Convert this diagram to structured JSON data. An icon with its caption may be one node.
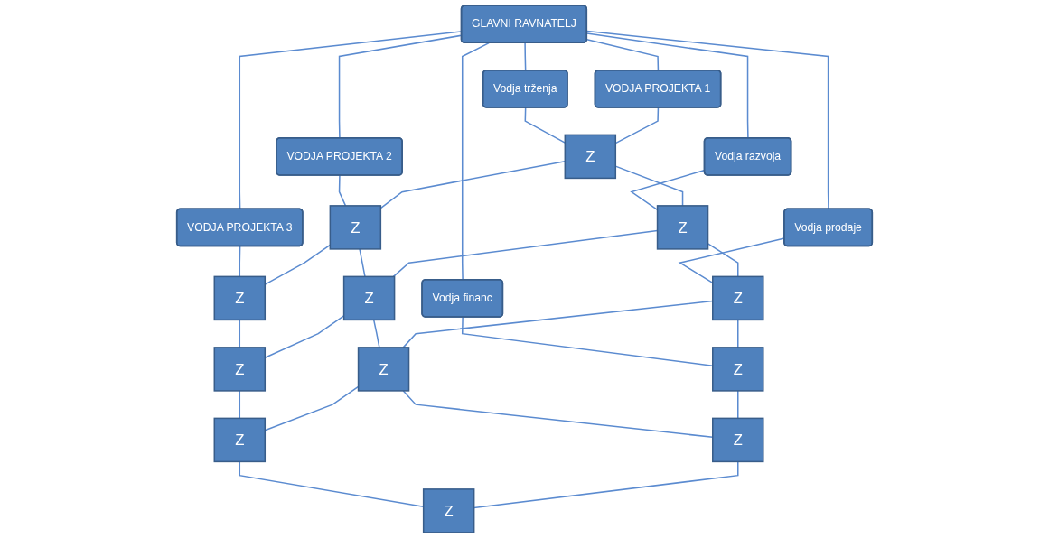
{
  "diagram": {
    "nodes": [
      {
        "text": [
          "GLAVNI RAVNATELJ"
        ]
      },
      {
        "text": [
          "Vodja trženja"
        ]
      },
      {
        "text": [
          "Vodja razvoja"
        ]
      },
      {
        "text": [
          "Vodja prodaje"
        ]
      },
      {
        "text": [
          "Vodja financ"
        ]
      },
      {
        "text": [
          "VODJA PROJEKTA 1"
        ]
      },
      {
        "text": [
          "VODJA PROJEKTA 2"
        ]
      },
      {
        "text": [
          "VODJA PROJEKTA 3"
        ]
      },
      {
        "text": [
          "Z"
        ]
      },
      {
        "text": [
          "Z"
        ]
      },
      {
        "text": [
          "Z"
        ]
      },
      {
        "text": [
          "Z"
        ]
      },
      {
        "text": [
          "Z"
        ]
      },
      {
        "text": [
          "Z"
        ]
      },
      {
        "text": [
          "Z"
        ]
      },
      {
        "text": [
          "Z"
        ]
      },
      {
        "text": [
          "Z"
        ]
      },
      {
        "text": [
          "Z"
        ]
      },
      {
        "text": [
          "Z"
        ]
      },
      {
        "text": [
          "Z"
        ]
      }
    ],
    "edges": [
      {
        "from": 0,
        "to": 1,
        "arrow": "none"
      },
      {
        "from": 0,
        "to": 2,
        "arrow": "none"
      },
      {
        "from": 0,
        "to": 3,
        "arrow": "none"
      },
      {
        "from": 0,
        "to": 4,
        "arrow": "none"
      },
      {
        "from": 0,
        "to": 5,
        "arrow": "none"
      },
      {
        "from": 0,
        "to": 6,
        "arrow": "none"
      },
      {
        "from": 0,
        "to": 7,
        "arrow": "none"
      },
      {
        "from": 1,
        "to": 8,
        "arrow": "none"
      },
      {
        "from": 2,
        "to": 9,
        "arrow": "none"
      },
      {
        "from": 3,
        "to": 10,
        "arrow": "none"
      },
      {
        "from": 4,
        "to": 11,
        "arrow": "none"
      },
      {
        "from": 5,
        "to": 8,
        "arrow": "none"
      },
      {
        "from": 8,
        "to": 9,
        "arrow": "none"
      },
      {
        "from": 9,
        "to": 10,
        "arrow": "none"
      },
      {
        "from": 10,
        "to": 11,
        "arrow": "none"
      },
      {
        "from": 6,
        "to": 12,
        "arrow": "none"
      },
      {
        "from": 12,
        "to": 13,
        "arrow": "none"
      },
      {
        "from": 13,
        "to": 14,
        "arrow": "none"
      },
      {
        "from": 14,
        "to": 15,
        "arrow": "none"
      },
      {
        "from": 7,
        "to": 16,
        "arrow": "none"
      },
      {
        "from": 16,
        "to": 17,
        "arrow": "none"
      },
      {
        "from": 17,
        "to": 18,
        "arrow": "none"
      },
      {
        "from": 18,
        "to": 19,
        "arrow": "none"
      },
      {
        "from": 8,
        "to": 12,
        "arrow": "none"
      },
      {
        "from": 12,
        "to": 16,
        "arrow": "none"
      },
      {
        "from": 9,
        "to": 13,
        "arrow": "none"
      },
      {
        "from": 13,
        "to": 17,
        "arrow": "none"
      },
      {
        "from": 10,
        "to": 14,
        "arrow": "none"
      },
      {
        "from": 14,
        "to": 18,
        "arrow": "none"
      },
      {
        "from": 11,
        "to": 15,
        "arrow": "none"
      },
      {
        "from": 15,
        "to": 19,
        "arrow": "none"
      }
    ]
  }
}
